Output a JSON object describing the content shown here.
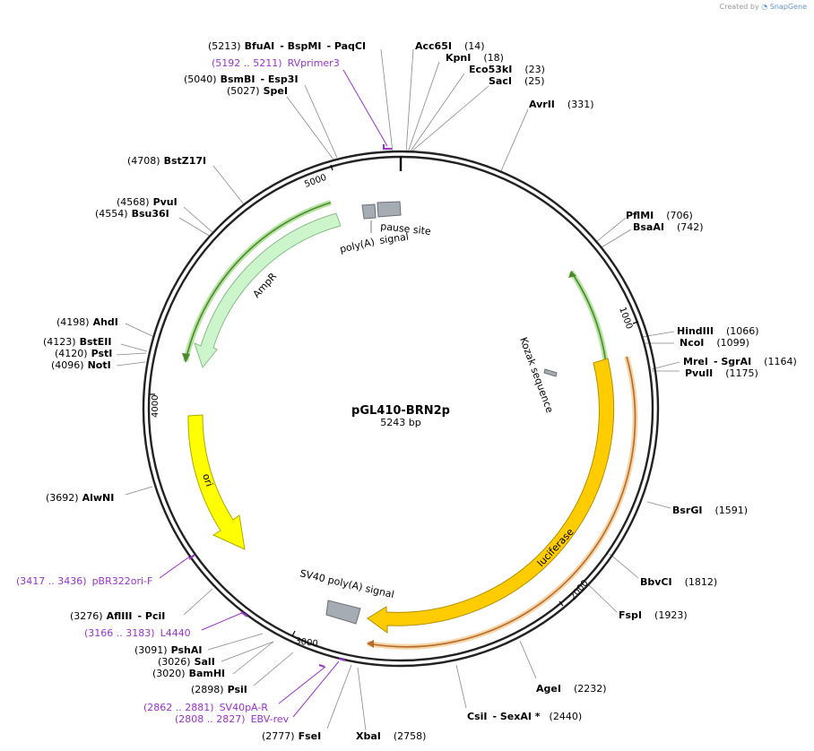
{
  "credit": {
    "prefix": "Created by",
    "brand": "SnapGene"
  },
  "plasmid": {
    "name": "pGL410-BRN2p",
    "size_label": "5243 bp",
    "length": 5243
  },
  "ticks": [
    {
      "pos": 1000,
      "label": "1000"
    },
    {
      "pos": 2000,
      "label": "2000"
    },
    {
      "pos": 3000,
      "label": "3000"
    },
    {
      "pos": 4000,
      "label": "4000"
    },
    {
      "pos": 5000,
      "label": "5000"
    }
  ],
  "features": [
    {
      "id": "amp-r",
      "label": "AmpR",
      "color": "#ccf5cc",
      "stroke": "#88bb88"
    },
    {
      "id": "ori",
      "label": "ori",
      "color": "#ffff00",
      "stroke": "#aaaa00"
    },
    {
      "id": "luciferase",
      "label": "luciferase",
      "color": "#ffcc00",
      "stroke": "#b38f00"
    },
    {
      "id": "sv40-polya",
      "label": "SV40 poly(A) signal",
      "color": "#a6acb3",
      "stroke": "#6b7078"
    },
    {
      "id": "polya",
      "label": "poly(A)",
      "label2": "signal",
      "color": "#a6acb3",
      "stroke": "#6b7078"
    },
    {
      "id": "pause-site",
      "label": "pause site",
      "color": "#a6acb3",
      "stroke": "#6b7078"
    },
    {
      "id": "kozak",
      "label": "Kozak sequence",
      "color": "#a6acb3",
      "stroke": "#6b7078"
    }
  ],
  "enzymes_left": [
    {
      "pos": "(4708)",
      "names": [
        "BstZ17I"
      ]
    },
    {
      "pos": "(4568)",
      "names": [
        "PvuI"
      ]
    },
    {
      "pos": "(4554)",
      "names": [
        "Bsu36I"
      ]
    },
    {
      "pos": "(4198)",
      "names": [
        "AhdI"
      ]
    },
    {
      "pos": "(4123)",
      "names": [
        "BstEII"
      ]
    },
    {
      "pos": "(4120)",
      "names": [
        "PstI"
      ]
    },
    {
      "pos": "(4096)",
      "names": [
        "NotI"
      ]
    },
    {
      "pos": "(3692)",
      "names": [
        "AlwNI"
      ]
    },
    {
      "pos": "(3276)",
      "names": [
        "AflIII",
        "- PciI"
      ]
    },
    {
      "pos": "(3091)",
      "names": [
        "PshAI"
      ]
    },
    {
      "pos": "(3026)",
      "names": [
        "SalI"
      ]
    },
    {
      "pos": "(3020)",
      "names": [
        "BamHI"
      ]
    },
    {
      "pos": "(2898)",
      "names": [
        "PsiI"
      ]
    },
    {
      "pos": "(2777)",
      "names": [
        "FseI"
      ]
    },
    {
      "pos": "(5040)",
      "names": [
        "BsmBI",
        "- Esp3I"
      ]
    },
    {
      "pos": "(5027)",
      "names": [
        "SpeI"
      ]
    },
    {
      "pos": "(5213)",
      "names": [
        "BfuAI",
        "- BspMI",
        "- PaqCI"
      ]
    }
  ],
  "enzymes_right": [
    {
      "pos": "(14)",
      "names": [
        "Acc65I"
      ]
    },
    {
      "pos": "(18)",
      "names": [
        "KpnI"
      ]
    },
    {
      "pos": "(23)",
      "names": [
        "Eco53kI"
      ]
    },
    {
      "pos": "(25)",
      "names": [
        "SacI"
      ]
    },
    {
      "pos": "(331)",
      "names": [
        "AvrII"
      ]
    },
    {
      "pos": "(706)",
      "names": [
        "PflMI"
      ]
    },
    {
      "pos": "(742)",
      "names": [
        "BsaAI"
      ]
    },
    {
      "pos": "(1066)",
      "names": [
        "HindIII"
      ]
    },
    {
      "pos": "(1099)",
      "names": [
        "NcoI"
      ]
    },
    {
      "pos": "(1164)",
      "names": [
        "MreI",
        "- SgrAI"
      ]
    },
    {
      "pos": "(1175)",
      "names": [
        "PvuII"
      ]
    },
    {
      "pos": "(1591)",
      "names": [
        "BsrGI"
      ]
    },
    {
      "pos": "(1812)",
      "names": [
        "BbvCI"
      ]
    },
    {
      "pos": "(1923)",
      "names": [
        "FspI"
      ]
    },
    {
      "pos": "(2232)",
      "names": [
        "AgeI"
      ]
    },
    {
      "pos": "(2440)",
      "names": [
        "CsiI",
        "- SexAI *"
      ]
    },
    {
      "pos": "(2758)",
      "names": [
        "XbaI"
      ]
    }
  ],
  "primers": [
    {
      "range": "(5192 .. 5211)",
      "name": "RVprimer3"
    },
    {
      "range": "(3417 .. 3436)",
      "name": "pBR322ori-F"
    },
    {
      "range": "(3166 .. 3183)",
      "name": "L4440"
    },
    {
      "range": "(2862 .. 2881)",
      "name": "SV40pA-R"
    },
    {
      "range": "(2808 .. 2827)",
      "name": "EBV-rev"
    }
  ],
  "colors": {
    "backbone": "#222222",
    "primer": "#9933cc",
    "amp_line": "#6aa84f",
    "luc_line": "#c8903c"
  }
}
